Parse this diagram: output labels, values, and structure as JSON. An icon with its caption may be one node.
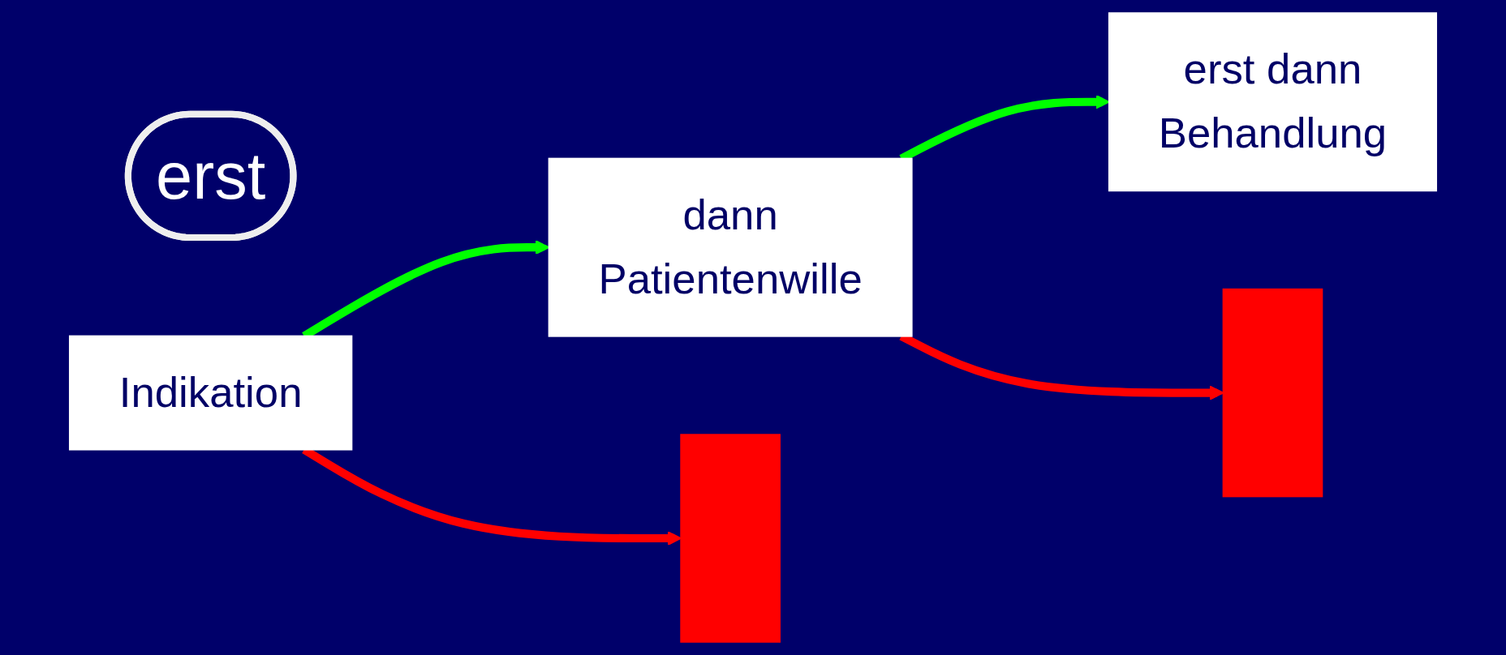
{
  "diagram": {
    "nodes": [
      {
        "text": [
          "erst"
        ]
      },
      {
        "text": [
          "Indikation"
        ]
      },
      {
        "text": [
          "dann",
          "Patientenwille"
        ]
      },
      {
        "text": [
          "erst dann",
          "Behandlung"
        ]
      },
      {
        "text": [],
        "shape": "bar"
      },
      {
        "text": [],
        "shape": "bar"
      }
    ],
    "edges": [
      {
        "from": 1,
        "to": 2,
        "arrow": "to",
        "color": "#00ff00"
      },
      {
        "from": 1,
        "to": 4,
        "arrow": "to",
        "color": "#ff0000"
      },
      {
        "from": 2,
        "to": 3,
        "arrow": "to",
        "color": "#00ff00"
      },
      {
        "from": 2,
        "to": 5,
        "arrow": "to",
        "color": "#ff0000"
      }
    ]
  }
}
